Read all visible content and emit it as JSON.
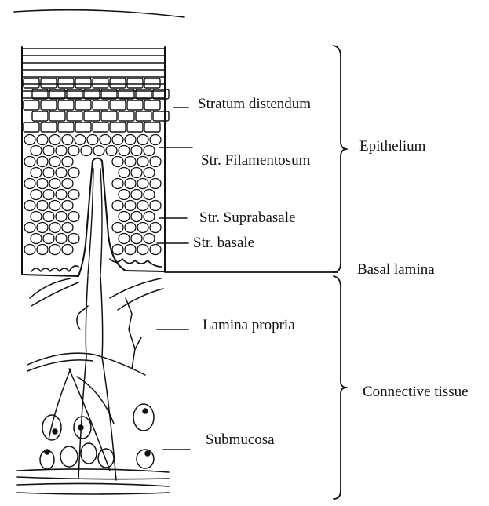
{
  "labels": {
    "stratum_distendum": "Stratum distendum",
    "str_filamentosum": "Str. Filamentosum",
    "str_suprabasale": "Str. Suprabasale",
    "str_basale": "Str. basale",
    "lamina_propria": "Lamina propria",
    "submucosa": "Submucosa",
    "epithelium": "Epithelium",
    "basal_lamina": "Basal lamina",
    "connective_tissue": "Connective tissue"
  },
  "colors": {
    "ink": "#111111",
    "background": "#ffffff"
  }
}
